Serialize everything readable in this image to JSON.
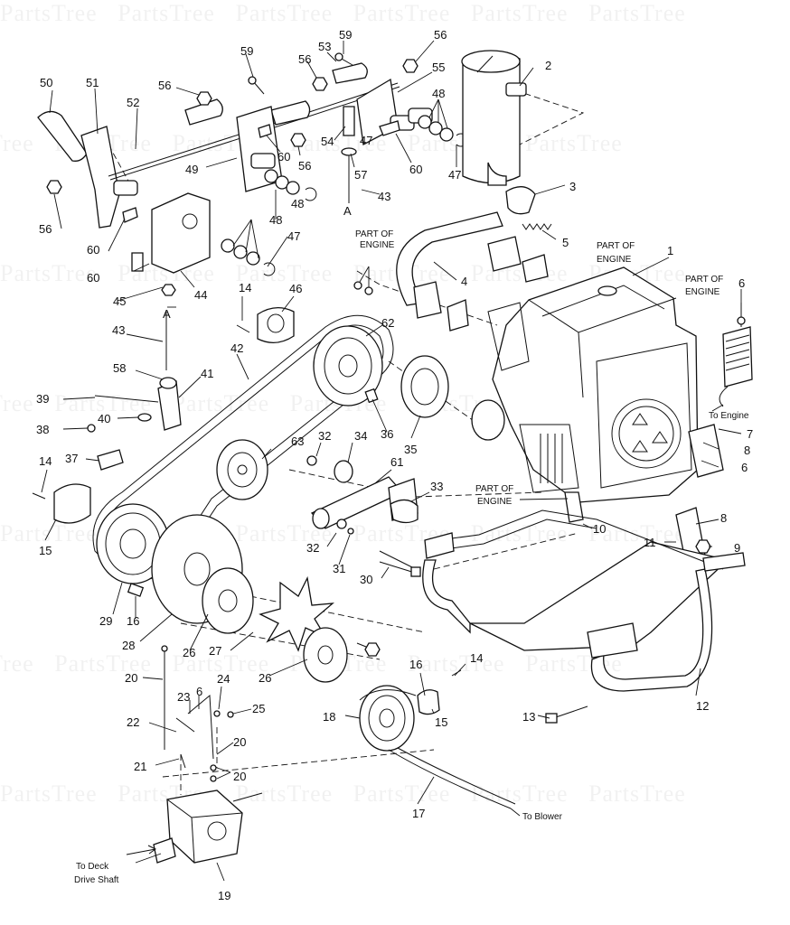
{
  "watermark": "PartsTree",
  "callouts": [
    {
      "id": "c1",
      "text": "1"
    },
    {
      "id": "c2",
      "text": "2"
    },
    {
      "id": "c3",
      "text": "3"
    },
    {
      "id": "c4",
      "text": "4"
    },
    {
      "id": "c5",
      "text": "5"
    },
    {
      "id": "c6a",
      "text": "6"
    },
    {
      "id": "c6b",
      "text": "6"
    },
    {
      "id": "c6c",
      "text": "6"
    },
    {
      "id": "c7",
      "text": "7"
    },
    {
      "id": "c8a",
      "text": "8"
    },
    {
      "id": "c8b",
      "text": "8"
    },
    {
      "id": "c9",
      "text": "9"
    },
    {
      "id": "c10",
      "text": "10"
    },
    {
      "id": "c11",
      "text": "11"
    },
    {
      "id": "c12",
      "text": "12"
    },
    {
      "id": "c13",
      "text": "13"
    },
    {
      "id": "c14a",
      "text": "14"
    },
    {
      "id": "c14b",
      "text": "14"
    },
    {
      "id": "c14c",
      "text": "14"
    },
    {
      "id": "c15a",
      "text": "15"
    },
    {
      "id": "c15b",
      "text": "15"
    },
    {
      "id": "c16a",
      "text": "16"
    },
    {
      "id": "c16b",
      "text": "16"
    },
    {
      "id": "c17",
      "text": "17"
    },
    {
      "id": "c18",
      "text": "18"
    },
    {
      "id": "c19",
      "text": "19"
    },
    {
      "id": "c20a",
      "text": "20"
    },
    {
      "id": "c20b",
      "text": "20"
    },
    {
      "id": "c20c",
      "text": "20"
    },
    {
      "id": "c21",
      "text": "21"
    },
    {
      "id": "c22",
      "text": "22"
    },
    {
      "id": "c23",
      "text": "23"
    },
    {
      "id": "c24",
      "text": "24"
    },
    {
      "id": "c25",
      "text": "25"
    },
    {
      "id": "c26a",
      "text": "26"
    },
    {
      "id": "c26b",
      "text": "26"
    },
    {
      "id": "c27",
      "text": "27"
    },
    {
      "id": "c28",
      "text": "28"
    },
    {
      "id": "c29",
      "text": "29"
    },
    {
      "id": "c30",
      "text": "30"
    },
    {
      "id": "c31",
      "text": "31"
    },
    {
      "id": "c32a",
      "text": "32"
    },
    {
      "id": "c32b",
      "text": "32"
    },
    {
      "id": "c33",
      "text": "33"
    },
    {
      "id": "c34",
      "text": "34"
    },
    {
      "id": "c35",
      "text": "35"
    },
    {
      "id": "c36",
      "text": "36"
    },
    {
      "id": "c37",
      "text": "37"
    },
    {
      "id": "c38",
      "text": "38"
    },
    {
      "id": "c39",
      "text": "39"
    },
    {
      "id": "c40",
      "text": "40"
    },
    {
      "id": "c41",
      "text": "41"
    },
    {
      "id": "c42",
      "text": "42"
    },
    {
      "id": "c43a",
      "text": "43"
    },
    {
      "id": "c43b",
      "text": "43"
    },
    {
      "id": "c44",
      "text": "44"
    },
    {
      "id": "c45",
      "text": "45"
    },
    {
      "id": "c46",
      "text": "46"
    },
    {
      "id": "c47a",
      "text": "47"
    },
    {
      "id": "c47b",
      "text": "47"
    },
    {
      "id": "c47c",
      "text": "47"
    },
    {
      "id": "c48a",
      "text": "48"
    },
    {
      "id": "c48b",
      "text": "48"
    },
    {
      "id": "c48c",
      "text": "48"
    },
    {
      "id": "c49",
      "text": "49"
    },
    {
      "id": "c50",
      "text": "50"
    },
    {
      "id": "c51",
      "text": "51"
    },
    {
      "id": "c52",
      "text": "52"
    },
    {
      "id": "c53",
      "text": "53"
    },
    {
      "id": "c54",
      "text": "54"
    },
    {
      "id": "c55",
      "text": "55"
    },
    {
      "id": "c56a",
      "text": "56"
    },
    {
      "id": "c56b",
      "text": "56"
    },
    {
      "id": "c56c",
      "text": "56"
    },
    {
      "id": "c56d",
      "text": "56"
    },
    {
      "id": "c56e",
      "text": "56"
    },
    {
      "id": "c57",
      "text": "57"
    },
    {
      "id": "c58",
      "text": "58"
    },
    {
      "id": "c59a",
      "text": "59"
    },
    {
      "id": "c59b",
      "text": "59"
    },
    {
      "id": "c60a",
      "text": "60"
    },
    {
      "id": "c60b",
      "text": "60"
    },
    {
      "id": "c60c",
      "text": "60"
    },
    {
      "id": "c60d",
      "text": "60"
    },
    {
      "id": "c61",
      "text": "61"
    },
    {
      "id": "c62",
      "text": "62"
    },
    {
      "id": "c63",
      "text": "63"
    },
    {
      "id": "cAa",
      "text": "A"
    },
    {
      "id": "cAb",
      "text": "A"
    }
  ],
  "labels": {
    "part_of": "PART OF",
    "engine": "ENGINE",
    "to_engine": "To Engine",
    "to_blower": "To Blower",
    "to_deck": "To Deck",
    "drive_shaft": "Drive Shaft"
  }
}
